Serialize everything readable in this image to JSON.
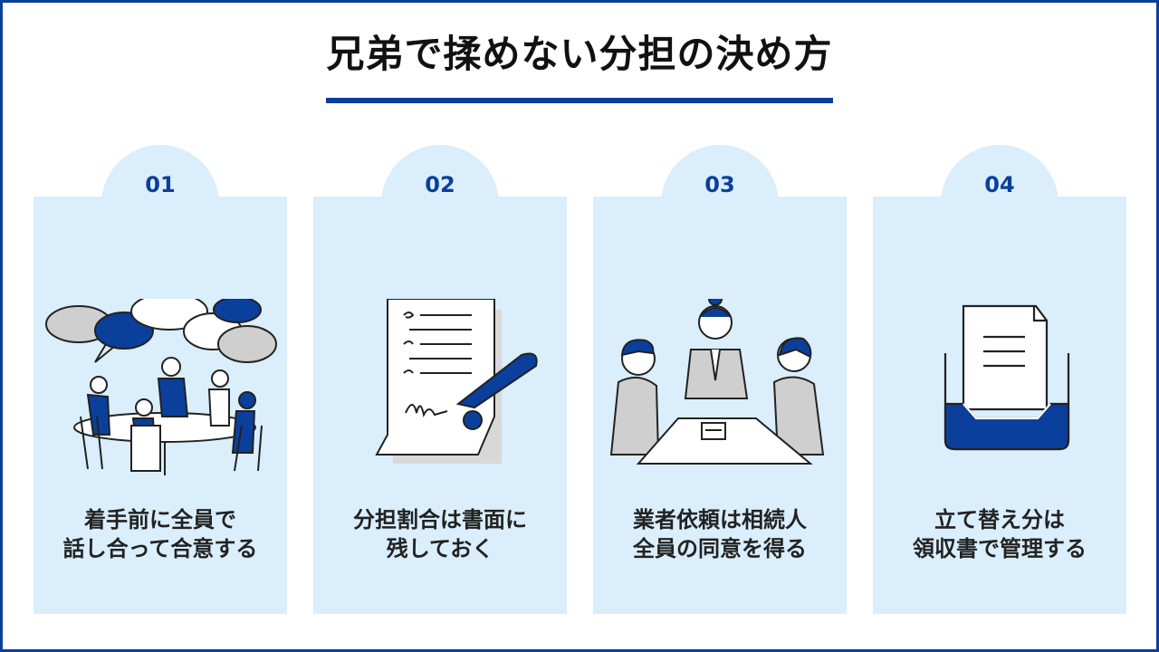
{
  "title": "兄弟で揉めない分担の決め方",
  "colors": {
    "accent": "#0b3f9c",
    "card_bg": "#daeefc",
    "gray": "#cfcfcf"
  },
  "cards": [
    {
      "num": "01",
      "lines": [
        "着手前に全員で",
        "話し合って合意する"
      ],
      "icon": "meeting-illustration"
    },
    {
      "num": "02",
      "lines": [
        "分担割合は書面に",
        "残しておく"
      ],
      "icon": "signed-document-illustration"
    },
    {
      "num": "03",
      "lines": [
        "業者依頼は相続人",
        "全員の同意を得る"
      ],
      "icon": "negotiation-table-illustration"
    },
    {
      "num": "04",
      "lines": [
        "立て替え分は",
        "領収書で管理する"
      ],
      "icon": "document-tray-illustration"
    }
  ]
}
